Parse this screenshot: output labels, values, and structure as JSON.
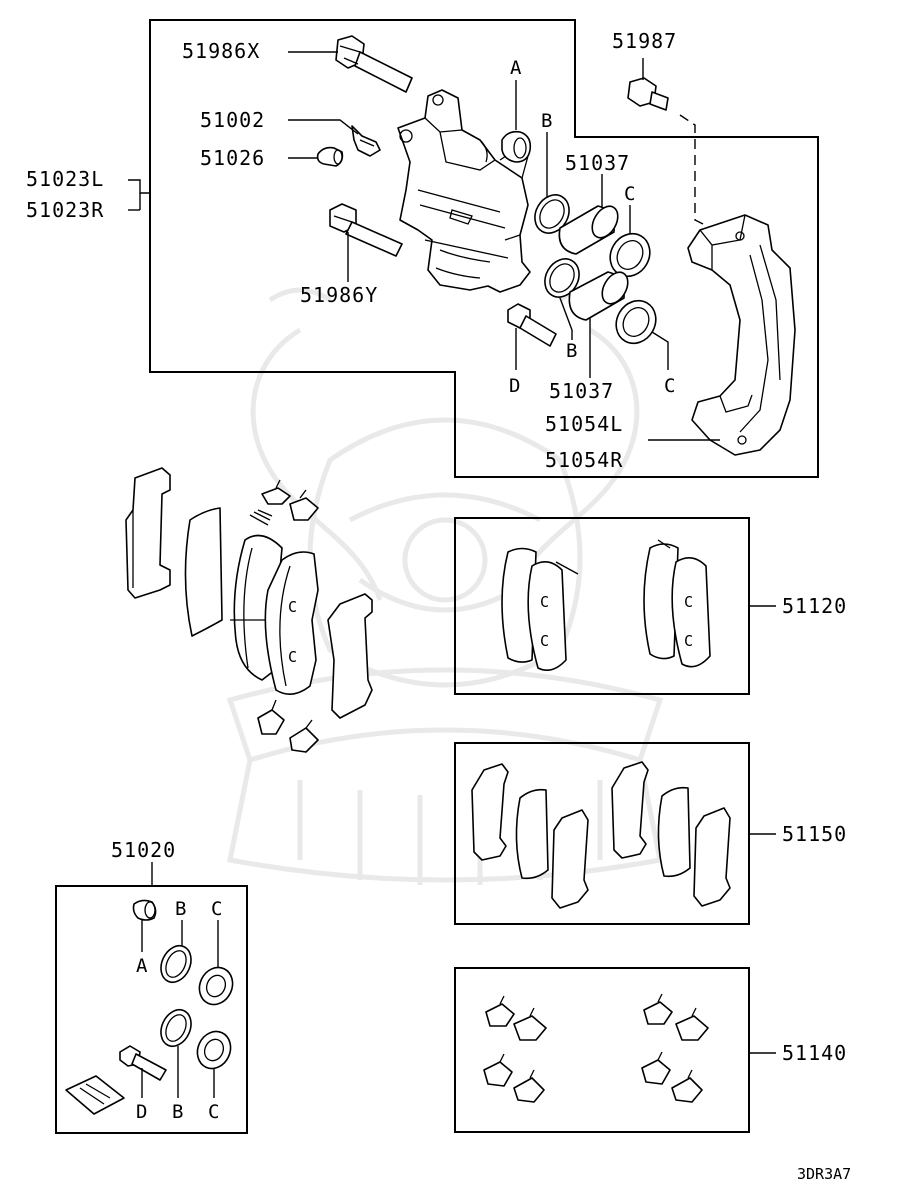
{
  "labels": {
    "part_51986X": "51986X",
    "part_51002": "51002",
    "part_51026": "51026",
    "part_51023L": "51023L",
    "part_51023R": "51023R",
    "part_51986Y": "51986Y",
    "part_51987": "51987",
    "part_51037_top": "51037",
    "part_51037_bottom": "51037",
    "part_51054L": "51054L",
    "part_51054R": "51054R",
    "part_51120": "51120",
    "part_51150": "51150",
    "part_51140": "51140",
    "part_51020": "51020",
    "ref_A_top": "A",
    "ref_B_top": "B",
    "ref_C_top": "C",
    "ref_B_mid": "B",
    "ref_D_mid": "D",
    "ref_C_mid": "C",
    "kit_A": "A",
    "kit_B_top": "B",
    "kit_C_top": "C",
    "kit_D": "D",
    "kit_B_bottom": "B",
    "kit_C_bottom": "C",
    "pad_mark_1": "C",
    "pad_mark_2": "C",
    "set_mark_1": "C",
    "set_mark_2": "C",
    "set_mark_3": "C",
    "set_mark_4": "C",
    "diagram_code": "3DR3A7"
  },
  "icons": {
    "watermark": "samurai-helmet-logo"
  }
}
